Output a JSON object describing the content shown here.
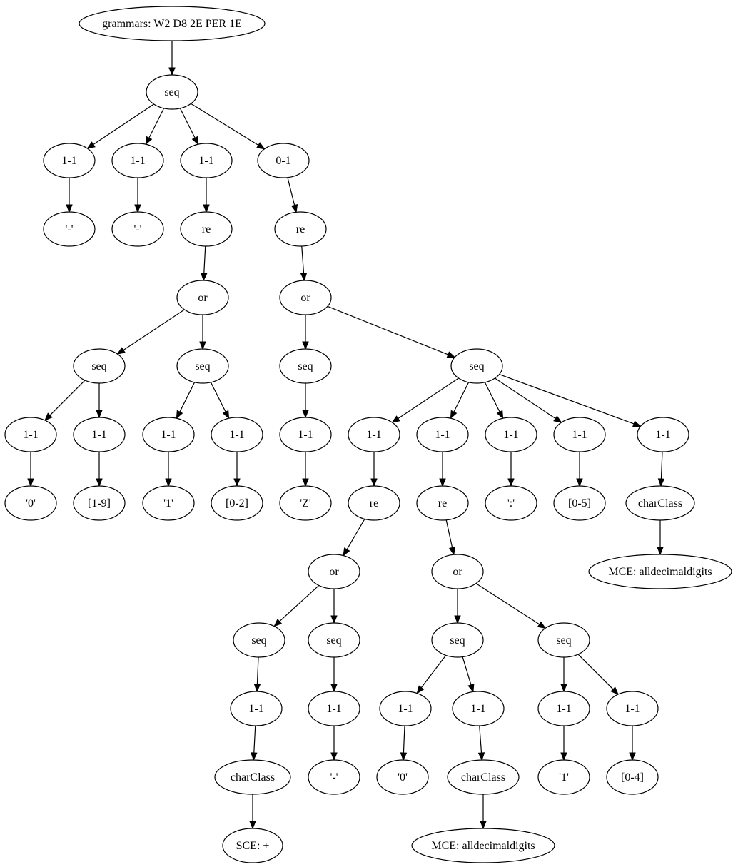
{
  "diagram": {
    "nodes": [
      {
        "id": "root",
        "label": "grammars: W2 D8 2E PER 1E"
      },
      {
        "id": "s0",
        "label": "seq"
      },
      {
        "id": "a1",
        "label": "1-1"
      },
      {
        "id": "a2",
        "label": "1-1"
      },
      {
        "id": "a3",
        "label": "1-1"
      },
      {
        "id": "a4",
        "label": "0-1"
      },
      {
        "id": "d1",
        "label": "'-'"
      },
      {
        "id": "d2",
        "label": "'-'"
      },
      {
        "id": "re1",
        "label": "re"
      },
      {
        "id": "re2",
        "label": "re"
      },
      {
        "id": "or1",
        "label": "or"
      },
      {
        "id": "or2",
        "label": "or"
      },
      {
        "id": "s1",
        "label": "seq"
      },
      {
        "id": "s2",
        "label": "seq"
      },
      {
        "id": "s3",
        "label": "seq"
      },
      {
        "id": "s4",
        "label": "seq"
      },
      {
        "id": "b1",
        "label": "1-1"
      },
      {
        "id": "b2",
        "label": "1-1"
      },
      {
        "id": "b3",
        "label": "1-1"
      },
      {
        "id": "b4",
        "label": "1-1"
      },
      {
        "id": "b5",
        "label": "1-1"
      },
      {
        "id": "c1",
        "label": "1-1"
      },
      {
        "id": "c2",
        "label": "1-1"
      },
      {
        "id": "c3",
        "label": "1-1"
      },
      {
        "id": "c4",
        "label": "1-1"
      },
      {
        "id": "c5",
        "label": "1-1"
      },
      {
        "id": "l0",
        "label": "'0'"
      },
      {
        "id": "l19",
        "label": "[1-9]"
      },
      {
        "id": "l1",
        "label": "'1'"
      },
      {
        "id": "l02",
        "label": "[0-2]"
      },
      {
        "id": "lZ",
        "label": "'Z'"
      },
      {
        "id": "re3",
        "label": "re"
      },
      {
        "id": "re4",
        "label": "re"
      },
      {
        "id": "lcolon",
        "label": "':'"
      },
      {
        "id": "l05",
        "label": "[0-5]"
      },
      {
        "id": "cc1",
        "label": "charClass"
      },
      {
        "id": "mce1",
        "label": "MCE: alldecimaldigits"
      },
      {
        "id": "or3",
        "label": "or"
      },
      {
        "id": "or4",
        "label": "or"
      },
      {
        "id": "s5",
        "label": "seq"
      },
      {
        "id": "s6",
        "label": "seq"
      },
      {
        "id": "s7",
        "label": "seq"
      },
      {
        "id": "s8",
        "label": "seq"
      },
      {
        "id": "e1",
        "label": "1-1"
      },
      {
        "id": "e2",
        "label": "1-1"
      },
      {
        "id": "e3",
        "label": "1-1"
      },
      {
        "id": "e4",
        "label": "1-1"
      },
      {
        "id": "e5",
        "label": "1-1"
      },
      {
        "id": "e6",
        "label": "1-1"
      },
      {
        "id": "cc2",
        "label": "charClass"
      },
      {
        "id": "dash3",
        "label": "'-'"
      },
      {
        "id": "l0b",
        "label": "'0'"
      },
      {
        "id": "cc3",
        "label": "charClass"
      },
      {
        "id": "l1b",
        "label": "'1'"
      },
      {
        "id": "l04",
        "label": "[0-4]"
      },
      {
        "id": "sce",
        "label": "SCE: +"
      },
      {
        "id": "mce2",
        "label": "MCE: alldecimaldigits"
      }
    ],
    "edges": [
      [
        "root",
        "s0"
      ],
      [
        "s0",
        "a1"
      ],
      [
        "s0",
        "a2"
      ],
      [
        "s0",
        "a3"
      ],
      [
        "s0",
        "a4"
      ],
      [
        "a1",
        "d1"
      ],
      [
        "a2",
        "d2"
      ],
      [
        "a3",
        "re1"
      ],
      [
        "a4",
        "re2"
      ],
      [
        "re1",
        "or1"
      ],
      [
        "re2",
        "or2"
      ],
      [
        "or1",
        "s1"
      ],
      [
        "or1",
        "s2"
      ],
      [
        "or2",
        "s3"
      ],
      [
        "or2",
        "s4"
      ],
      [
        "s1",
        "b1"
      ],
      [
        "s1",
        "b2"
      ],
      [
        "s2",
        "b3"
      ],
      [
        "s2",
        "b4"
      ],
      [
        "s3",
        "b5"
      ],
      [
        "s4",
        "c1"
      ],
      [
        "s4",
        "c2"
      ],
      [
        "s4",
        "c3"
      ],
      [
        "s4",
        "c4"
      ],
      [
        "s4",
        "c5"
      ],
      [
        "b1",
        "l0"
      ],
      [
        "b2",
        "l19"
      ],
      [
        "b3",
        "l1"
      ],
      [
        "b4",
        "l02"
      ],
      [
        "b5",
        "lZ"
      ],
      [
        "c1",
        "re3"
      ],
      [
        "c2",
        "re4"
      ],
      [
        "c3",
        "lcolon"
      ],
      [
        "c4",
        "l05"
      ],
      [
        "c5",
        "cc1"
      ],
      [
        "cc1",
        "mce1"
      ],
      [
        "re3",
        "or3"
      ],
      [
        "re4",
        "or4"
      ],
      [
        "or3",
        "s5"
      ],
      [
        "or3",
        "s6"
      ],
      [
        "or4",
        "s7"
      ],
      [
        "or4",
        "s8"
      ],
      [
        "s5",
        "e1"
      ],
      [
        "s6",
        "e2"
      ],
      [
        "s7",
        "e3"
      ],
      [
        "s7",
        "e4"
      ],
      [
        "s8",
        "e5"
      ],
      [
        "s8",
        "e6"
      ],
      [
        "e1",
        "cc2"
      ],
      [
        "e2",
        "dash3"
      ],
      [
        "e3",
        "l0b"
      ],
      [
        "e4",
        "cc3"
      ],
      [
        "e5",
        "l1b"
      ],
      [
        "e6",
        "l04"
      ],
      [
        "cc2",
        "sce"
      ],
      [
        "cc3",
        "mce2"
      ]
    ]
  }
}
